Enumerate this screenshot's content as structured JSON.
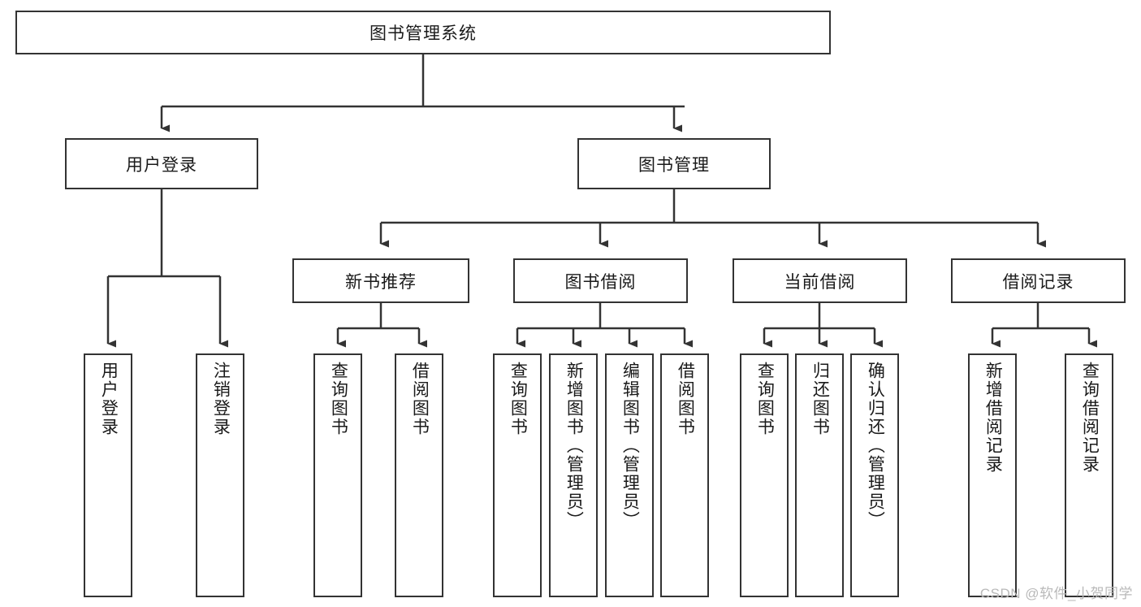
{
  "diagram": {
    "title": "图书管理系统",
    "type": "tree-hierarchy-chart",
    "orientation": "top-down",
    "colors": {
      "box_border": "#333333",
      "box_fill": "#ffffff",
      "edge": "#333333",
      "text": "#1a1a1a",
      "watermark": "#b9b9b9",
      "background": "#ffffff"
    }
  },
  "root": {
    "label": "图书管理系统"
  },
  "level2": [
    {
      "label": "用户登录"
    },
    {
      "label": "图书管理"
    }
  ],
  "level3": [
    {
      "label": "新书推荐"
    },
    {
      "label": "图书借阅"
    },
    {
      "label": "当前借阅"
    },
    {
      "label": "借阅记录"
    }
  ],
  "leaves": {
    "user_login": [
      {
        "label": "用户登录"
      },
      {
        "label": "注销登录"
      }
    ],
    "new_book_recommend": [
      {
        "label": "查询图书"
      },
      {
        "label": "借阅图书"
      }
    ],
    "book_borrow": [
      {
        "label": "查询图书"
      },
      {
        "label": "新增图书（管理员）"
      },
      {
        "label": "编辑图书（管理员）"
      },
      {
        "label": "借阅图书"
      }
    ],
    "current_borrow": [
      {
        "label": "查询图书"
      },
      {
        "label": "归还图书"
      },
      {
        "label": "确认归还（管理员）"
      }
    ],
    "borrow_record": [
      {
        "label": "新增借阅记录"
      },
      {
        "label": "查询借阅记录"
      }
    ]
  },
  "watermark": {
    "text": "CSDN @软件_小贺同学"
  }
}
